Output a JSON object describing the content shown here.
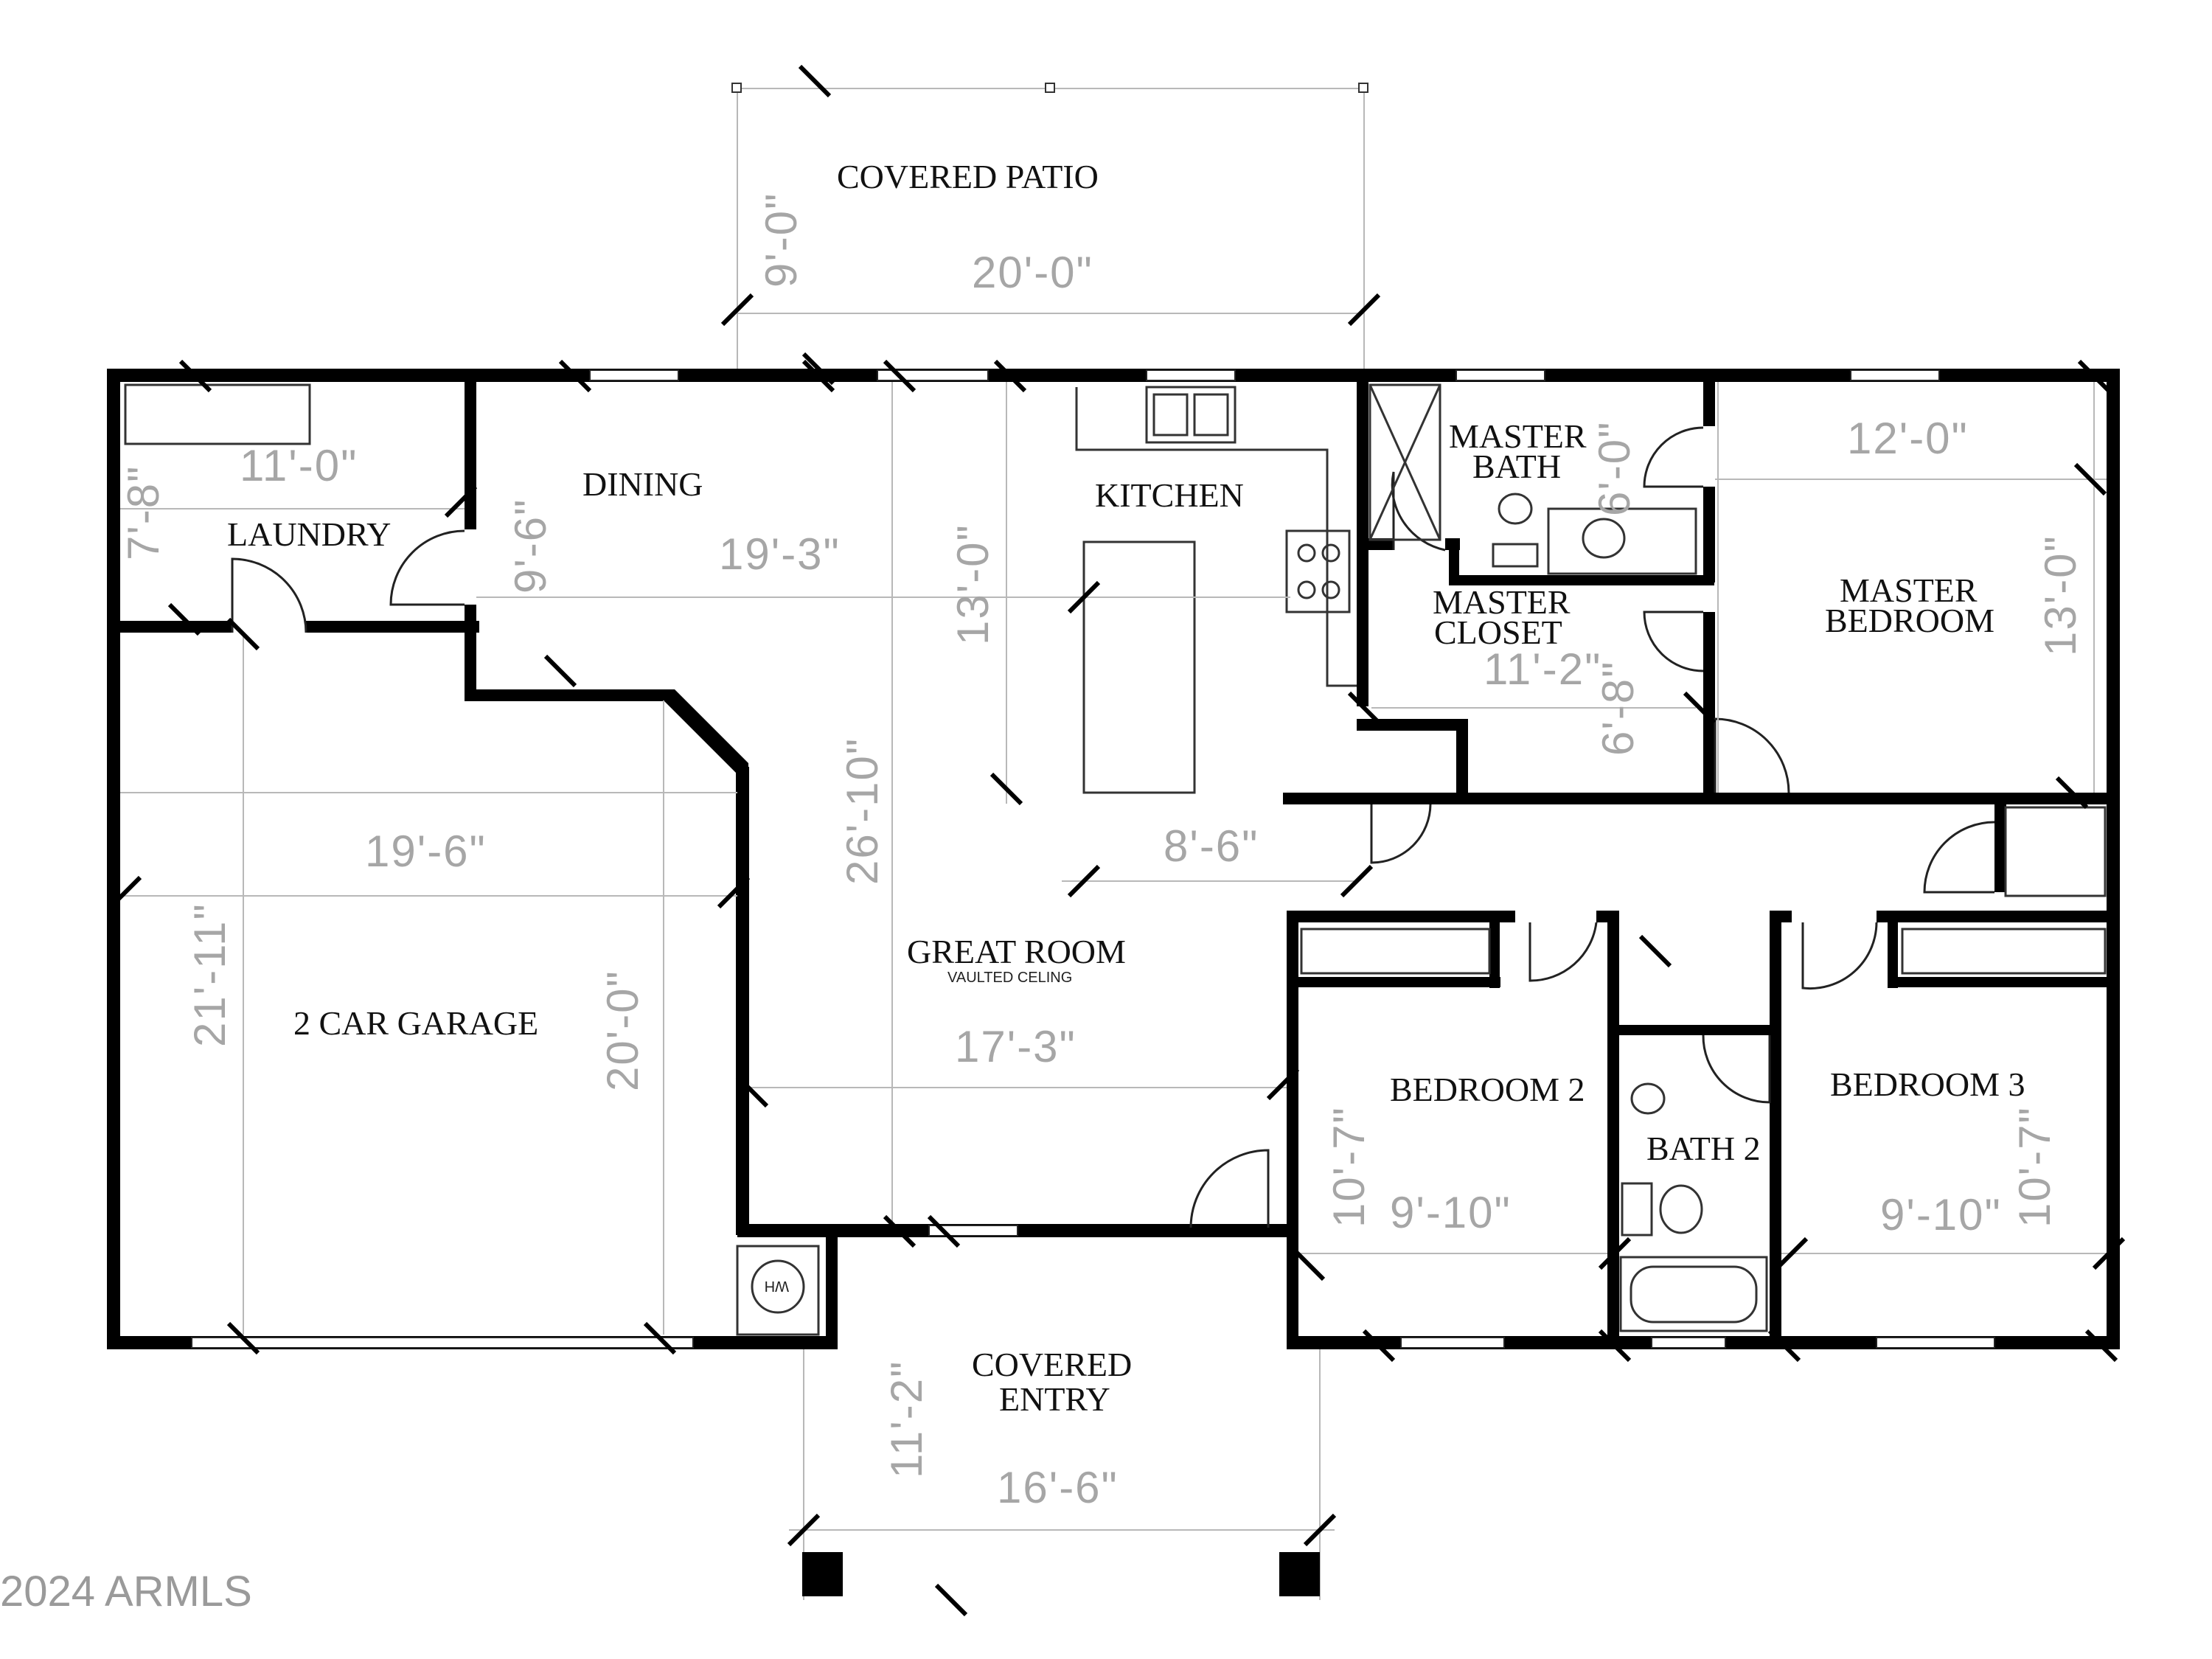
{
  "rooms": {
    "covered_patio": "COVERED PATIO",
    "dining": "DINING",
    "kitchen": "KITCHEN",
    "laundry": "LAUNDRY",
    "master_bath_line1": "MASTER",
    "master_bath_line2": "BATH",
    "master_closet_line1": "MASTER",
    "master_closet_line2": "CLOSET",
    "master_bedroom_line1": "MASTER",
    "master_bedroom_line2": "BEDROOM",
    "great_room": "GREAT ROOM",
    "great_room_note": "VAULTED CELING",
    "garage": "2 CAR GARAGE",
    "bedroom2": "BEDROOM 2",
    "bath2": "BATH 2",
    "bedroom3": "BEDROOM 3",
    "covered_entry_line1": "COVERED",
    "covered_entry_line2": "ENTRY",
    "water_heater": "WH"
  },
  "dimensions": {
    "patio_depth": "9'-0\"",
    "patio_width": "20'-0\"",
    "laundry_width": "11'-0\"",
    "laundry_depth": "7'-8\"",
    "dining_depth": "9'-6\"",
    "dining_width": "19'-3\"",
    "kitchen_depth": "13'-0\"",
    "kitchen_width": "8'-6\"",
    "master_bath_depth": "6'-0\"",
    "master_closet_width": "11'-2\"",
    "master_closet_depth": "6'-8\"",
    "master_bedroom_width": "12'-0\"",
    "master_bedroom_depth": "13'-0\"",
    "garage_width": "19'-6\"",
    "garage_depth_outer": "21'-11\"",
    "garage_depth_inner": "20'-0\"",
    "great_room_depth": "26'-10\"",
    "great_room_width": "17'-3\"",
    "bedroom2_depth": "10'-7\"",
    "bedroom2_width": "9'-10\"",
    "bedroom3_width": "9'-10\"",
    "bedroom3_depth": "10'-7\"",
    "entry_depth": "11'-2\"",
    "entry_width": "16'-6\""
  },
  "copyright": "2024 ARMLS"
}
